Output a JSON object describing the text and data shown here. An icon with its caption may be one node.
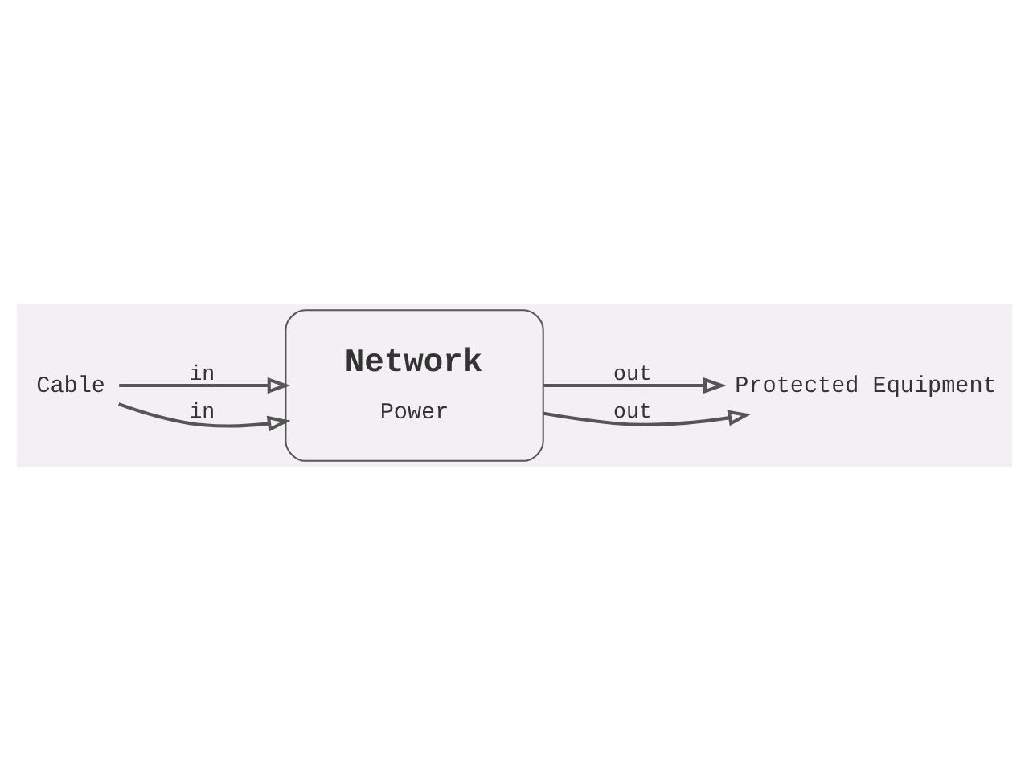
{
  "diagram": {
    "nodes": [
      {
        "text": [
          "Cable"
        ]
      },
      {
        "text": [
          "Network",
          "Power"
        ]
      },
      {
        "text": [
          "Protected Equipment"
        ]
      }
    ],
    "edges": [
      {
        "from": 0,
        "to": 1,
        "arrow": "to",
        "label": "in"
      },
      {
        "from": 0,
        "to": 1,
        "arrow": "to",
        "label": "in"
      },
      {
        "from": 1,
        "to": 2,
        "arrow": "to",
        "label": "out"
      },
      {
        "from": 1,
        "to": 2,
        "arrow": "to",
        "label": "out"
      }
    ]
  }
}
